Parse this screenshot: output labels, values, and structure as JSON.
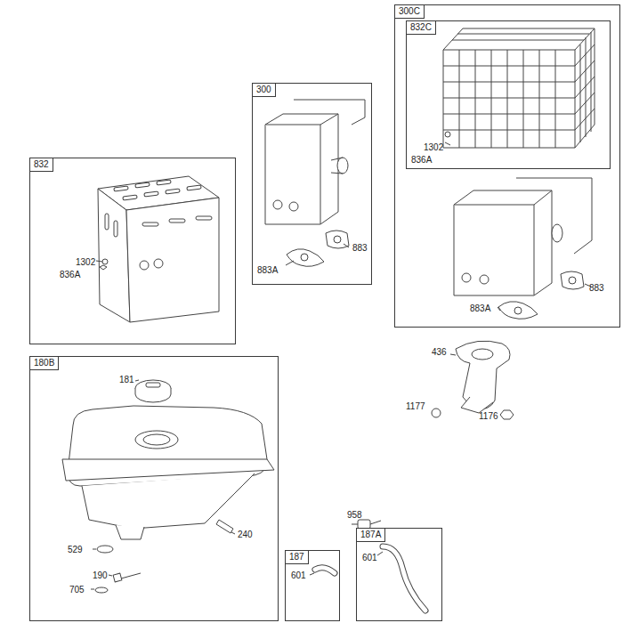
{
  "diagram": {
    "nodes": [
      {
        "text": [
          "832",
          "1302",
          "836A"
        ]
      },
      {
        "text": [
          "300",
          "883",
          "883A"
        ]
      },
      {
        "text": [
          "300C",
          "883",
          "883A"
        ]
      },
      {
        "text": [
          "832C",
          "1302",
          "836A"
        ],
        "in": 2
      },
      {
        "text": [
          "180B",
          "181",
          "240",
          "529",
          "190",
          "705"
        ]
      },
      {
        "text": [
          "187",
          "601"
        ]
      },
      {
        "text": [
          "187A",
          "601"
        ]
      }
    ],
    "labels": [
      "436",
      "1177",
      "1176",
      "958"
    ]
  }
}
